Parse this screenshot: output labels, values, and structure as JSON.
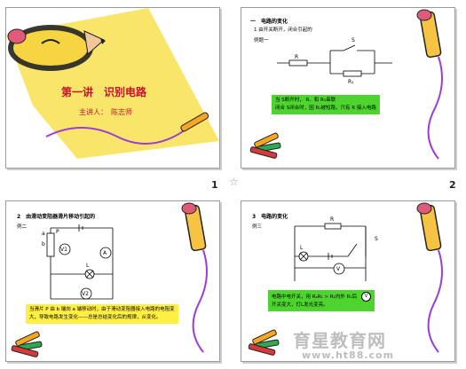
{
  "slides": [
    {
      "page": "",
      "title": "第一讲　识别电路",
      "presenter": "主讲人：　陈志师"
    },
    {
      "page": "2",
      "heading": "一　电路的变化",
      "point": "1 由开关断开，闭合引起的",
      "example": "例题一",
      "labels": {
        "r": "R",
        "r1": "R₁",
        "s": "S"
      },
      "box": [
        "当 S断开时， R、和 R₁串联",
        "闭合 S闭合时，因 R₁被短路，只有 R 接入电路"
      ]
    },
    {
      "page": "",
      "heading": "2　由滑动变阻器滑片移动引起的",
      "example": "例二",
      "labels": {
        "a": "a",
        "b": "b",
        "p": "P",
        "v1": "V1",
        "a_meter": "A",
        "l": "L",
        "v2": "V2"
      },
      "box": [
        "当滑片 P 由 b 端向 a 端移动时，由于滑动变阻器接入电路的电阻变",
        "大，导致电路发生变化——总是总结变化后的规律，从变化。"
      ]
    },
    {
      "page": "",
      "heading": "3　电路的变化",
      "example": "例三",
      "labels": {
        "r": "R",
        "s": "S",
        "l": "L",
        "v": "V"
      },
      "box": [
        "电路中电开关，用 RₐR₁ > R₁内外 R₁后",
        "开关变大，灯L发光变亮。"
      ],
      "box_v": "V"
    }
  ],
  "watermark": {
    "text": "育星教育网",
    "url": "www.ht88.com"
  },
  "star": "☆",
  "page_numbers": [
    "1",
    "2"
  ],
  "colors": {
    "title": "#c8102e",
    "green_box": "#4dd42e",
    "yellow_box": "#ffee44",
    "yellow_bg": "#f8e56a"
  }
}
